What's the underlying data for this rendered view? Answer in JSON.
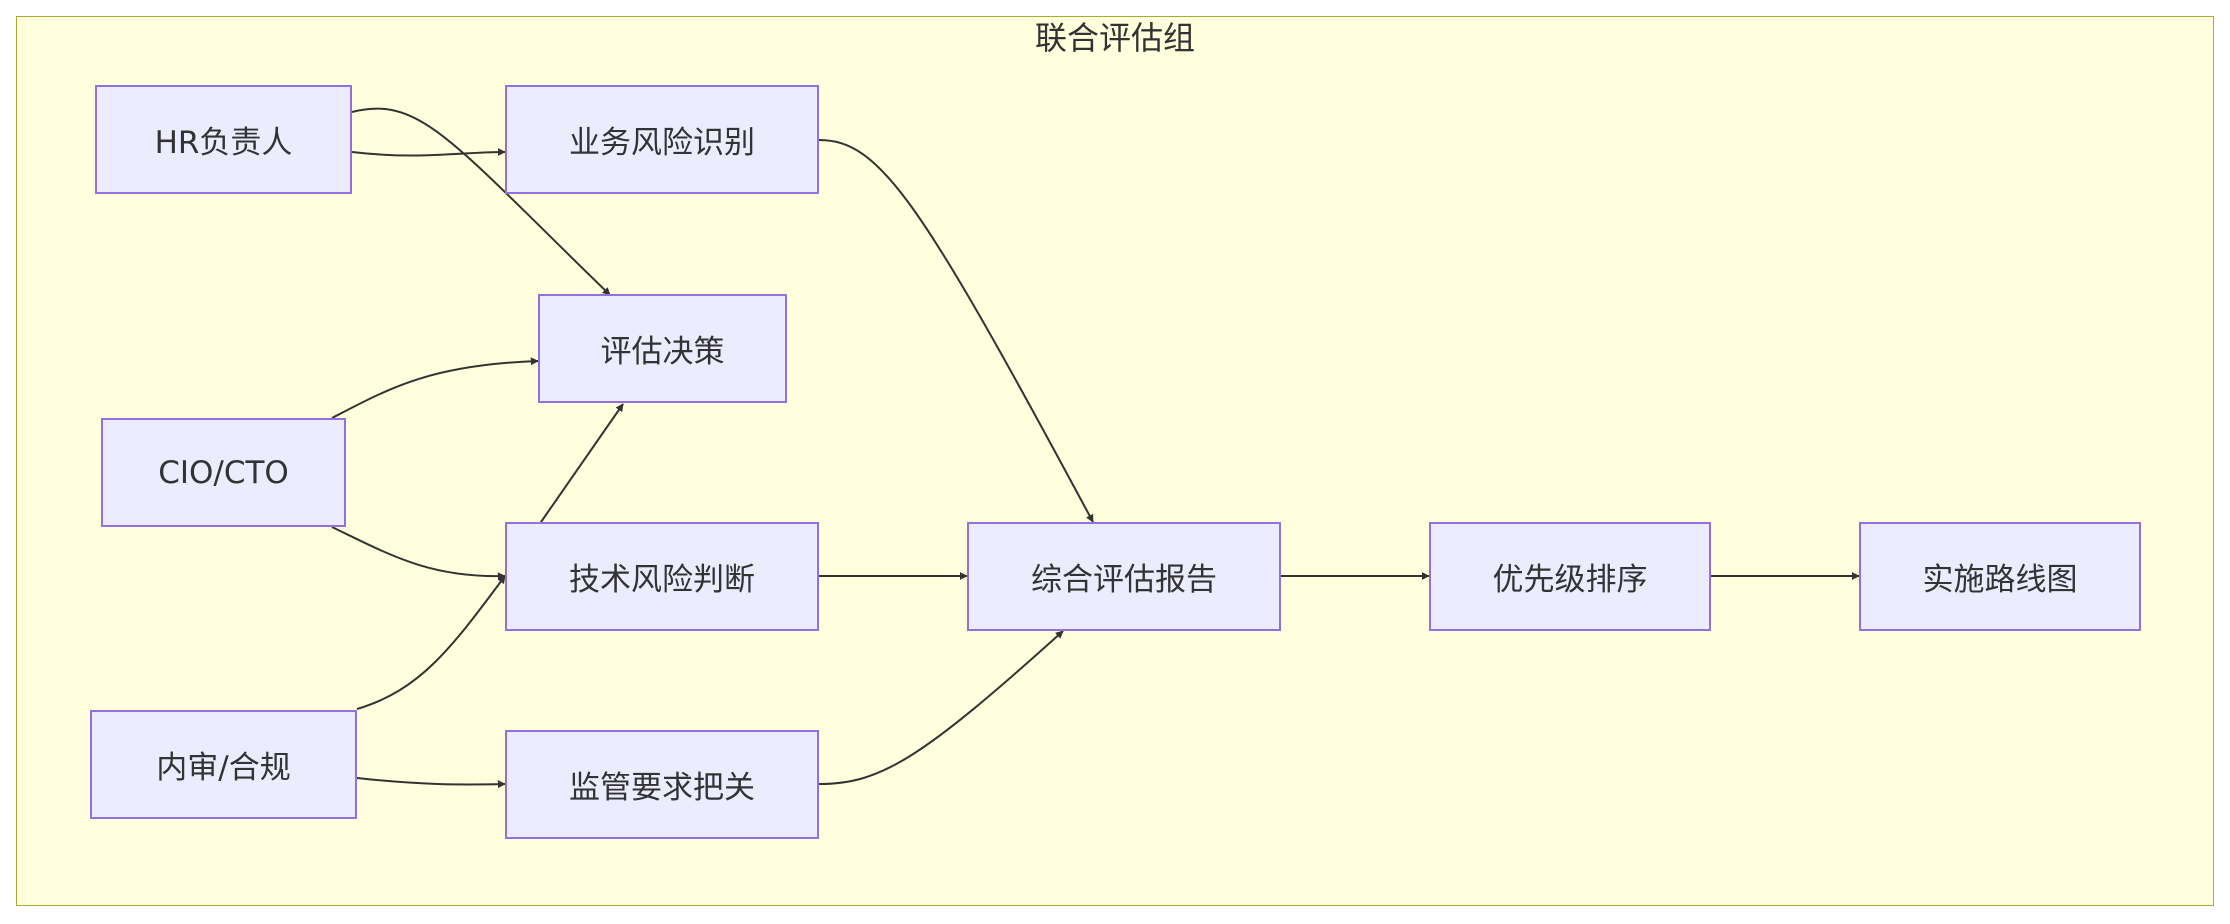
{
  "group": {
    "title": "联合评估组"
  },
  "nodes": {
    "hr": "HR负责人",
    "cio": "CIO/CTO",
    "audit": "内审/合规",
    "biz_risk": "业务风险识别",
    "decision": "评估决策",
    "tech_risk": "技术风险判断",
    "regulatory": "监管要求把关",
    "report": "综合评估报告",
    "priority": "优先级排序",
    "roadmap": "实施路线图"
  },
  "edges": [
    [
      "hr",
      "biz_risk"
    ],
    [
      "hr",
      "decision"
    ],
    [
      "cio",
      "decision"
    ],
    [
      "cio",
      "tech_risk"
    ],
    [
      "audit",
      "tech_risk"
    ],
    [
      "audit",
      "regulatory"
    ],
    [
      "tech_risk",
      "decision"
    ],
    [
      "biz_risk",
      "report"
    ],
    [
      "tech_risk",
      "report"
    ],
    [
      "regulatory",
      "report"
    ],
    [
      "report",
      "priority"
    ],
    [
      "priority",
      "roadmap"
    ]
  ],
  "colors": {
    "group_fill": "#ffffde",
    "group_border": "#aaaa33",
    "node_fill": "#ececff",
    "node_border": "#9370db",
    "edge": "#333333",
    "text": "#333333"
  }
}
